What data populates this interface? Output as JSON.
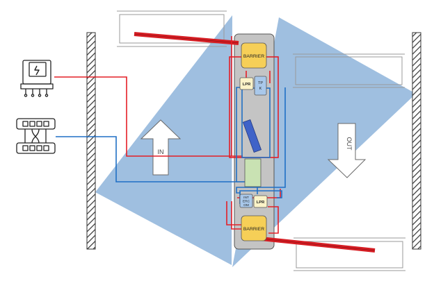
{
  "colors": {
    "power_line": "#e41e26",
    "network_line": "#1f6fc5",
    "coverage": "#7fa9d6",
    "barrier_fill": "#f6cf57",
    "island_fill": "#c4c4c4",
    "lpr_fill": "#fbf3c8",
    "tpk_fill": "#a9c8ea",
    "interphone_fill": "#a9c8ea",
    "display_fill": "#c9e2b3",
    "boom_color": "#d61d23",
    "wall_color": "#333333"
  },
  "labels": {
    "barrier_top": "BARRIER",
    "barrier_bottom": "BARRIER",
    "lpr_top": "LPR",
    "lpr_bottom": "LPR",
    "tpk_line1": "TP",
    "tpk_line2": "K",
    "interphone_line1": "INT",
    "interphone_line2": "ERC",
    "interphone_line3": "OM",
    "arrow_in": "IN",
    "arrow_out": "OUT"
  },
  "icons": {
    "power_panel": "electrical-panel-icon",
    "network_switch": "network-switch-icon"
  }
}
